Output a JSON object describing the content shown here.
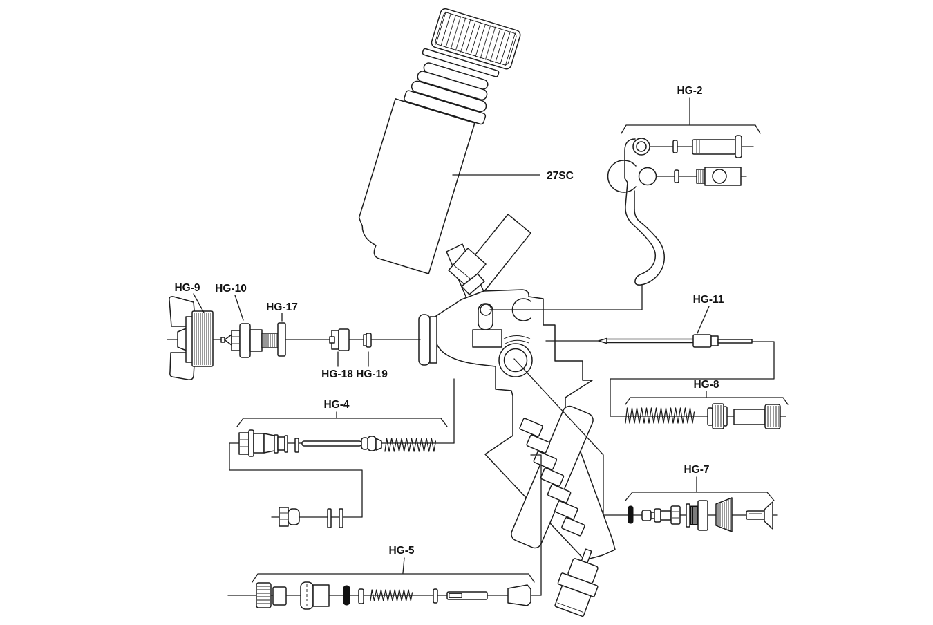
{
  "diagram": {
    "type": "exploded-parts-diagram",
    "background_color": "#ffffff",
    "line_color": "#1c1c1c",
    "labels": {
      "sc27": "27SC",
      "hg2": "HG-2",
      "hg4": "HG-4",
      "hg5": "HG-5",
      "hg7": "HG-7",
      "hg8": "HG-8",
      "hg9": "HG-9",
      "hg10": "HG-10",
      "hg11": "HG-11",
      "hg17": "HG-17",
      "hg18": "HG-18",
      "hg19": "HG-19"
    }
  }
}
